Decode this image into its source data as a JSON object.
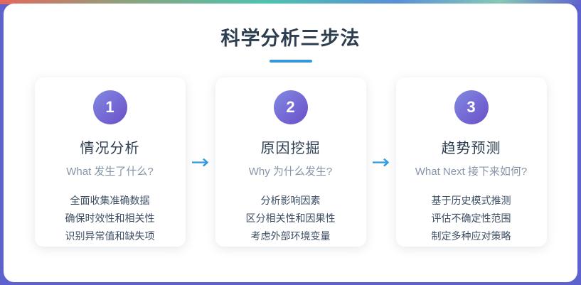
{
  "header": {
    "title": "科学分析三步法"
  },
  "steps": [
    {
      "number": "1",
      "title": "情况分析",
      "subtitle": "What 发生了什么?",
      "points": [
        "全面收集准确数据",
        "确保时效性和相关性",
        "识别异常值和缺失项"
      ]
    },
    {
      "number": "2",
      "title": "原因挖掘",
      "subtitle": "Why 为什么发生?",
      "points": [
        "分析影响因素",
        "区分相关性和因果性",
        "考虑外部环境变量"
      ]
    },
    {
      "number": "3",
      "title": "趋势预测",
      "subtitle": "What Next 接下来如何?",
      "points": [
        "基于历史模式推测",
        "评估不确定性范围",
        "制定多种应对策略"
      ]
    }
  ],
  "arrow": {
    "glyph": "→"
  },
  "colors": {
    "frame_border": "#5e62cf",
    "top_gradient": [
      "#e5675e",
      "#8aa37d",
      "#4cc3ae",
      "#5a8ed8",
      "#6063ce"
    ],
    "accent_blue": "#3498db",
    "badge_gradient_start": "#8289e2",
    "badge_gradient_end": "#6a4fc8",
    "title_text": "#2c3e50",
    "subtitle_text": "#8695a7",
    "body_text": "#3e4e63"
  }
}
